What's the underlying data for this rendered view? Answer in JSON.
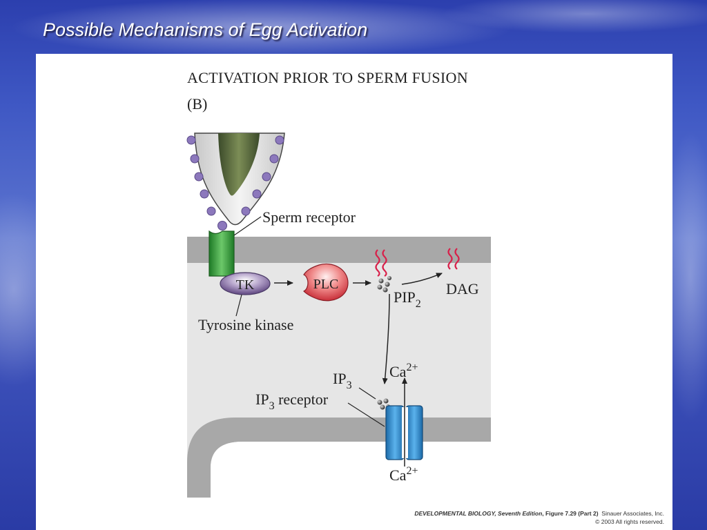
{
  "slide": {
    "title": "Possible Mechanisms of Egg Activation"
  },
  "figure": {
    "heading": "ACTIVATION PRIOR TO SPERM FUSION",
    "panel_letter": "(B)",
    "labels": {
      "sperm_receptor": "Sperm receptor",
      "tk": "TK",
      "tyrosine_kinase": "Tyrosine kinase",
      "plc": "PLC",
      "pip": "PIP",
      "pip_sub": "2",
      "dag": "DAG",
      "ip": "IP",
      "ip_sub": "3",
      "ip3_receptor_pre": "IP",
      "ip3_receptor_sub": "3",
      "ip3_receptor_post": " receptor",
      "ca_top": "Ca",
      "ca_top_sup": "2+",
      "ca_bottom": "Ca",
      "ca_bottom_sup": "2+"
    },
    "colors": {
      "receptor_green": "#3aa03a",
      "tk_purple": "#8a72a6",
      "plc_red": "#e04848",
      "lipid_tail": "#d8204a",
      "channel_blue": "#2c88cc",
      "membrane_gray": "#a8a8a8",
      "cytoplasm_gray": "#e6e6e6",
      "sperm_dot_purple": "#8c78bc"
    }
  },
  "credit": {
    "book": "DEVELOPMENTAL BIOLOGY, Seventh Edition",
    "figure_ref": ", Figure 7.29 (Part 2)",
    "publisher": "Sinauer Associates, Inc.",
    "copyright": "© 2003 All rights reserved."
  }
}
